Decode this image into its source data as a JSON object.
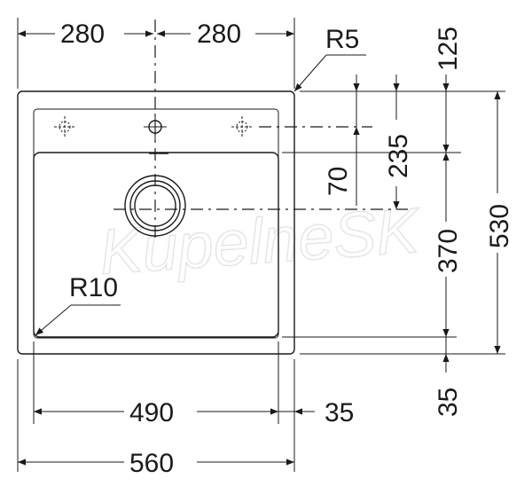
{
  "dimensions": {
    "top_left_width": "280",
    "top_right_width": "280",
    "corner_radius_outer": "R5",
    "top_margin": "125",
    "tap_hole_offset": "70",
    "drain_offset": "235",
    "bowl_depth": "370",
    "total_depth": "530",
    "bottom_margin": "35",
    "bowl_width": "490",
    "side_margin": "35",
    "total_width": "560",
    "corner_radius_bowl": "R10"
  },
  "watermark": "KupelneSK",
  "colors": {
    "line": "#1a1a1a",
    "watermark": "#e6e6e6",
    "background": "#ffffff"
  }
}
